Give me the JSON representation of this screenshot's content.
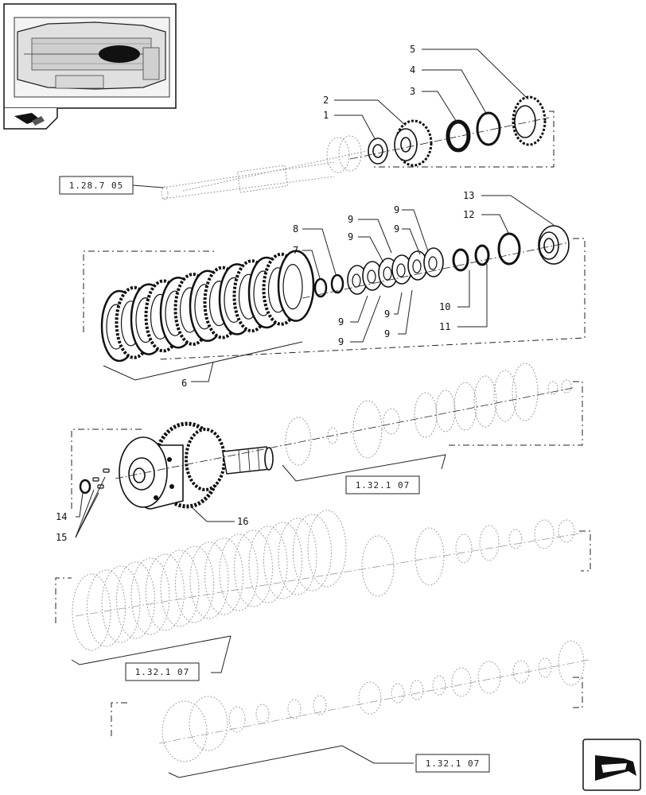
{
  "callouts": [
    "1",
    "2",
    "3",
    "4",
    "5",
    "6",
    "7",
    "8",
    "9",
    "10",
    "11",
    "12",
    "13",
    "14",
    "15",
    "16"
  ],
  "references": {
    "top": "1.28.7 05",
    "mid1": "1.32.1 07",
    "mid2": "1.32.1 07",
    "bottom": "1.32.1 07"
  },
  "icons": {
    "thumbnail": "transmission-thumbnail-icon",
    "badge": "tractor-icon",
    "corner": "next-page-arrow-icon"
  }
}
